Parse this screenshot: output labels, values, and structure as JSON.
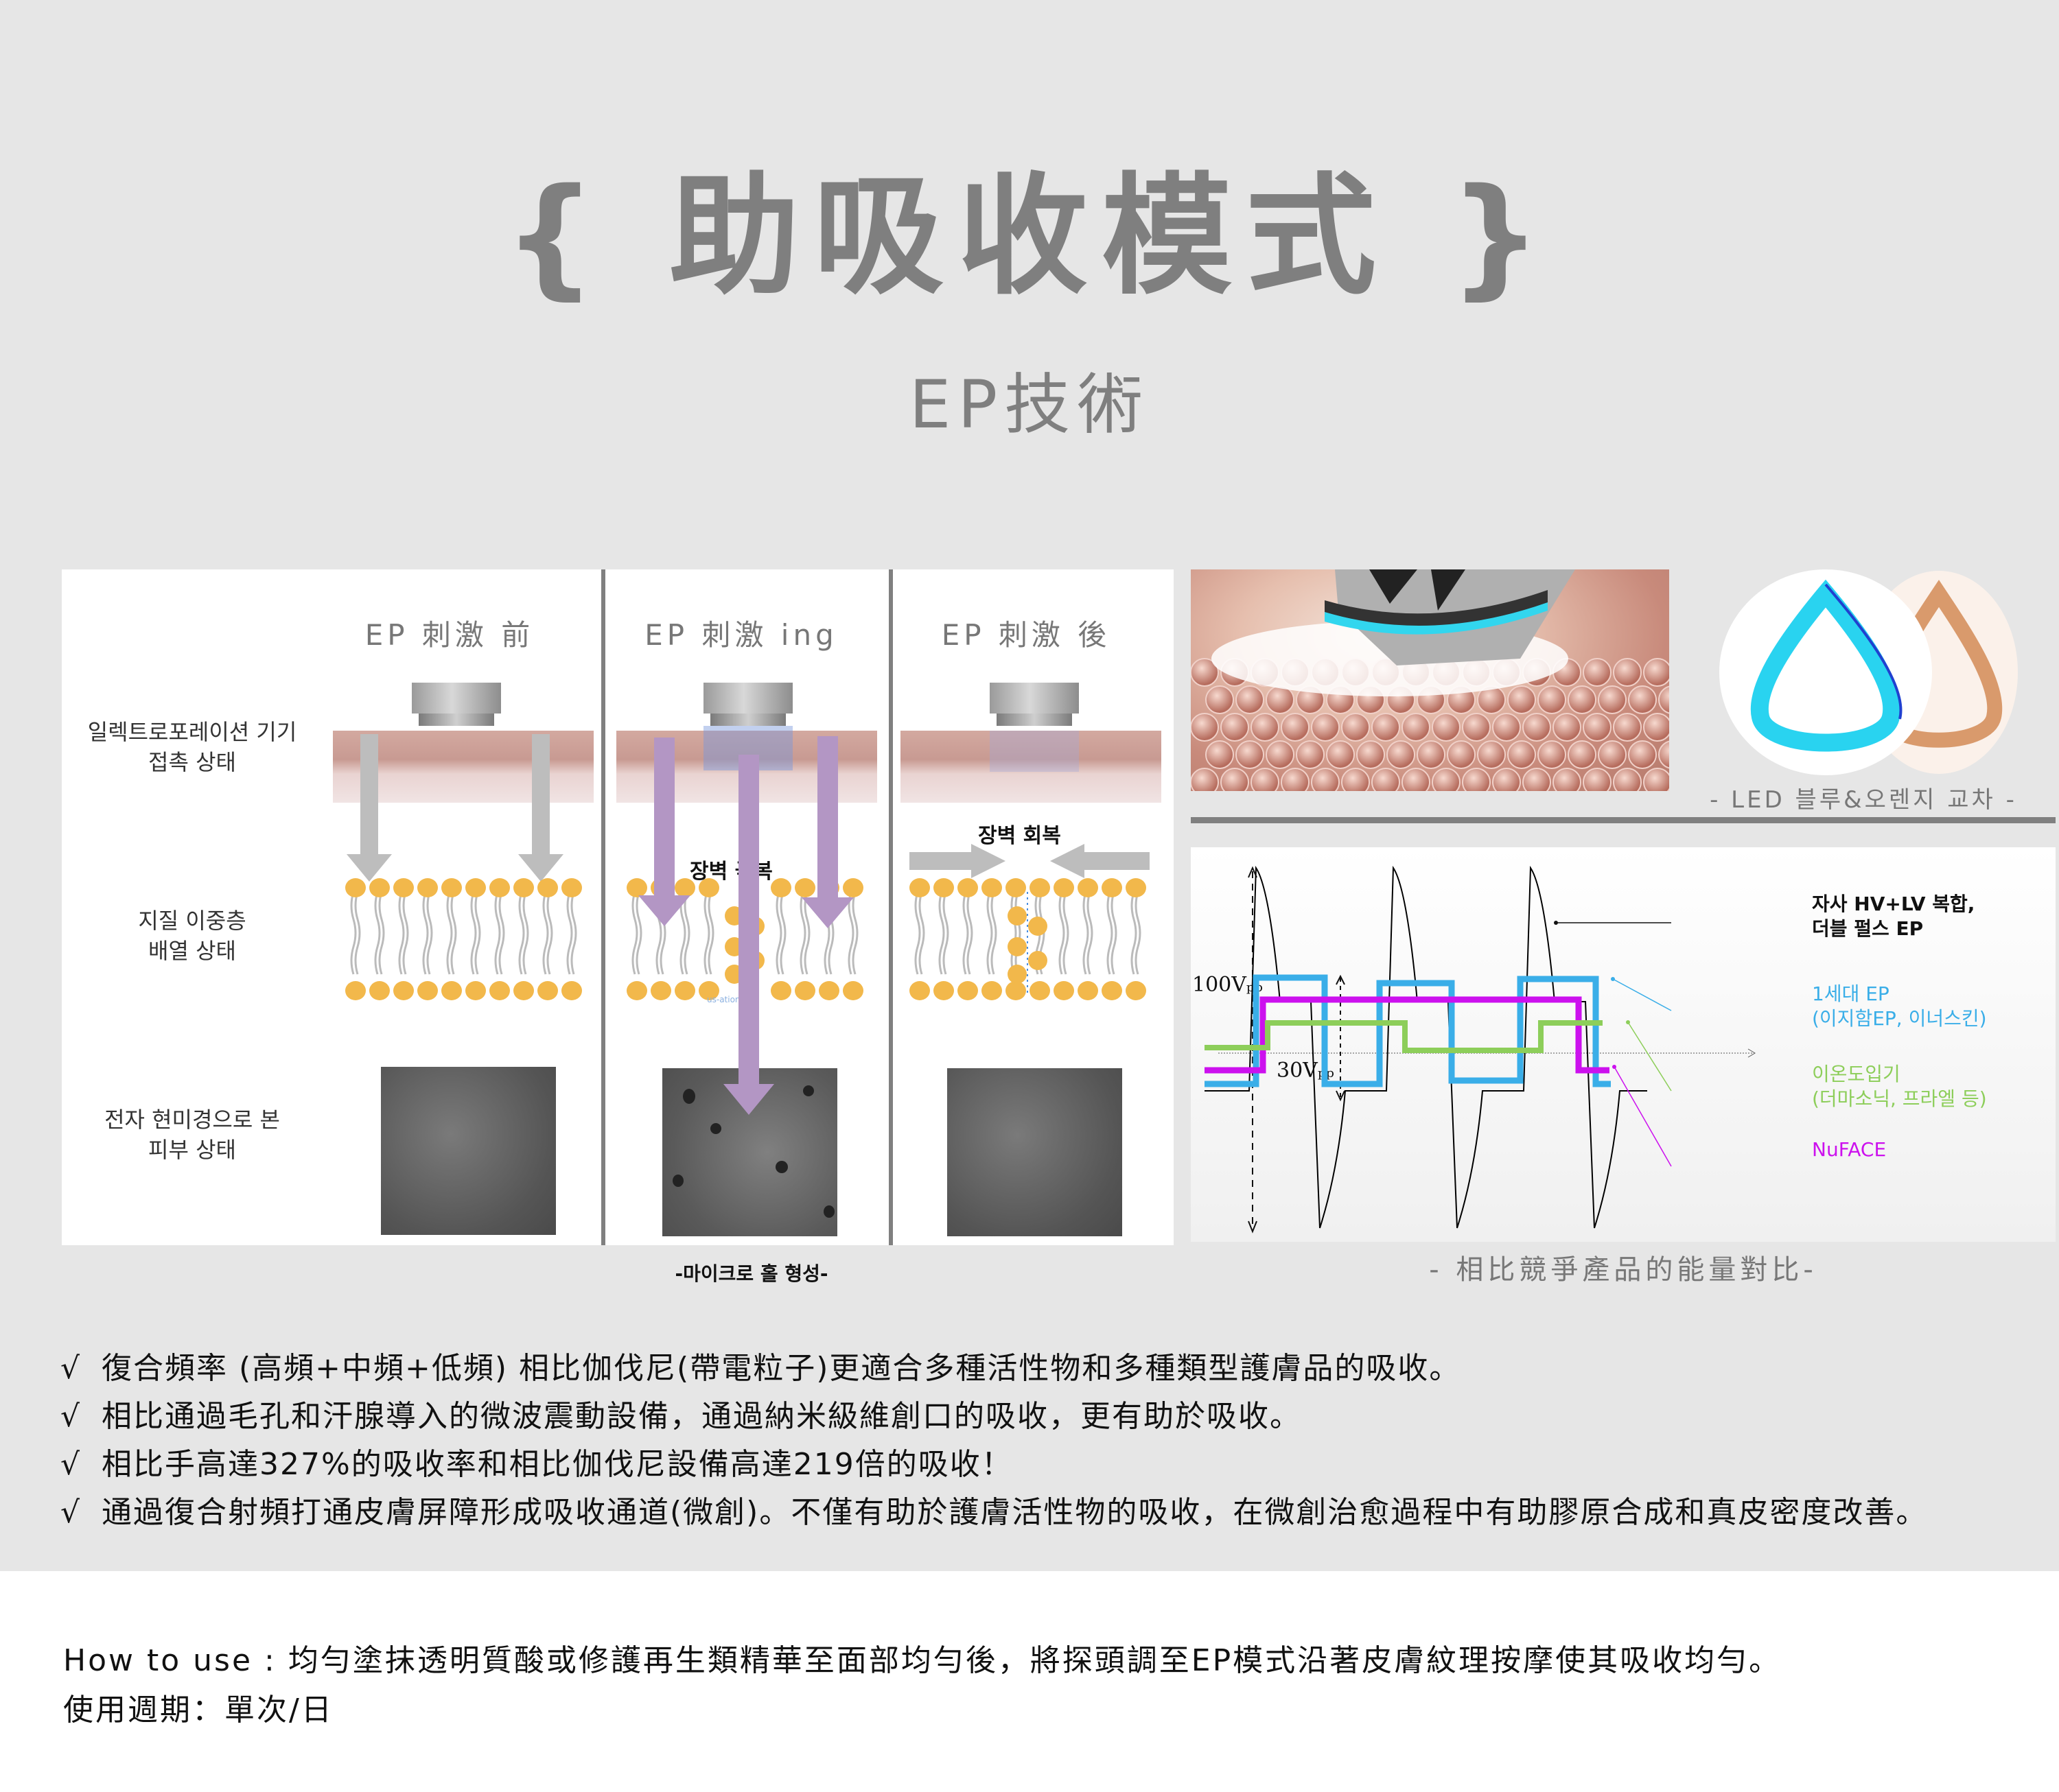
{
  "header": {
    "title": "{ 助吸收模式 }",
    "subtitle": "EP技術"
  },
  "diagram": {
    "columns": [
      "EP 刺激 前",
      "EP 刺激 ing",
      "EP 刺激 後"
    ],
    "row_labels": [
      "일렉트로포레이션 기기\n접촉 상태",
      "지질 이중층\n배열 상태",
      "전자 현미경으로 본\n피부 상태"
    ],
    "row_label_lines": [
      [
        "일렉트로포레이션 기기",
        "접촉 상태"
      ],
      [
        "지질 이중층",
        "배열 상태"
      ],
      [
        "전자 현미경으로 본",
        "피부 상태"
      ]
    ],
    "barrier_overcome": "장벽 극복",
    "barrier_recovery": "장벽 회복",
    "faint_label": "us-ation",
    "caption": "-마이크로 홀 형성-",
    "colors": {
      "purple_arrow": "#b396c4",
      "gray_arrow": "#bdbdbd",
      "lipid_head": "#f2b84b"
    }
  },
  "led": {
    "caption": "- LED 블루&오렌지 교차 -",
    "colors": {
      "blue": "#29d3f0",
      "orange": "#d99a6c"
    }
  },
  "chart_data": {
    "type": "line",
    "title": "",
    "caption": "- 相比競爭產品的能量對比-",
    "xlabel": "",
    "ylabel": "",
    "annotations": [
      "100V_pp",
      "30V_pp"
    ],
    "grid": false,
    "legend_position": "right",
    "series": [
      {
        "name": "자사 HV+LV 복합,\n더블 펄스 EP",
        "label_lines": [
          "자사 HV+LV 복합,",
          "더블 펄스 EP"
        ],
        "color": "#000000",
        "amplitude_vpp": 100,
        "shape": "double-pulse spike",
        "cycles": 3
      },
      {
        "name": "1세대 EP\n(이지함EP, 이너스킨)",
        "label_lines": [
          "1세대 EP",
          "(이지함EP, 이너스킨)"
        ],
        "color": "#3aaee8",
        "shape": "square",
        "high": 0.62,
        "low": -0.25,
        "cycles": 3
      },
      {
        "name": "이온도입기\n(더마소닉, 프라엘 등)",
        "label_lines": [
          "이온도입기",
          "(더마소닉, 프라엘 등)"
        ],
        "color": "#8dce5a",
        "shape": "square",
        "high": 0.12,
        "low": -0.02
      },
      {
        "name": "NuFACE",
        "label_lines": [
          "NuFACE"
        ],
        "color": "#cc11ee",
        "shape": "step",
        "high": 0.22,
        "low": -0.22
      }
    ]
  },
  "bullets": {
    "check": "√",
    "items": [
      "復合頻率 (高頻+中頻+低頻) 相比伽伐尼(帶電粒子)更適合多種活性物和多種類型護膚品的吸收。",
      "相比通過毛孔和汗腺導入的微波震動設備，通過納米級維創口的吸收，更有助於吸收。",
      "相比手高達327%的吸收率和相比伽伐尼設備高達219倍的吸收！",
      "通過復合射頻打通皮膚屏障形成吸收通道(微創)。不僅有助於護膚活性物的吸收，在微創治愈過程中有助膠原合成和真皮密度改善。"
    ]
  },
  "footer": {
    "how_to_use": "How to use : 均勻塗抹透明質酸或修護再生類精華至面部均勻後，將探頭調至EP模式沿著皮膚紋理按摩使其吸收均勻。",
    "cycle": "使用週期：單次/日"
  }
}
